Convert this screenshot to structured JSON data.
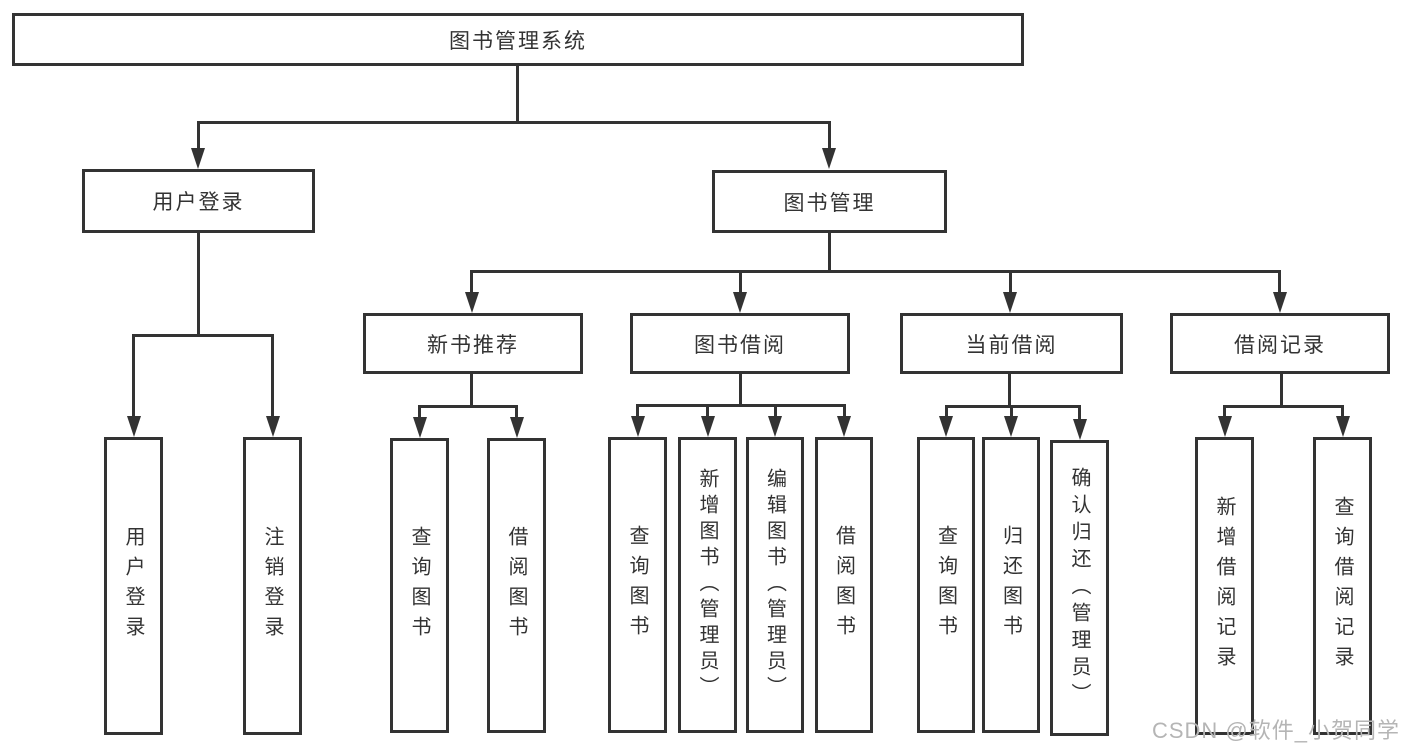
{
  "colors": {
    "line": "#333333",
    "box_border": "#333333",
    "text": "#333333",
    "background": "#ffffff",
    "watermark": "#b5b5b5"
  },
  "diagram": {
    "title": "图书管理系统",
    "branches": {
      "login": {
        "label": "用户登录",
        "children": [
          "用户登录",
          "注销登录"
        ]
      },
      "management": {
        "label": "图书管理",
        "sections": [
          {
            "label": "新书推荐",
            "children": [
              "查询图书",
              "借阅图书"
            ]
          },
          {
            "label": "图书借阅",
            "children": [
              "查询图书",
              "新增图书（管理员）",
              "编辑图书（管理员）",
              "借阅图书"
            ]
          },
          {
            "label": "当前借阅",
            "children": [
              "查询图书",
              "归还图书",
              "确认归还（管理员）"
            ]
          },
          {
            "label": "借阅记录",
            "children": [
              "新增借阅记录",
              "查询借阅记录"
            ]
          }
        ]
      }
    }
  },
  "watermark": {
    "text": "CSDN @软件_小贺同学"
  }
}
